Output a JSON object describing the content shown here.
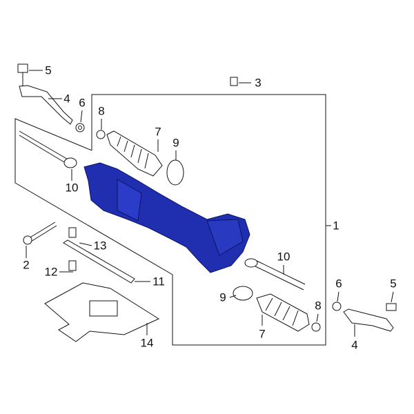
{
  "diagram": {
    "highlight_color": "#1f2fb0",
    "callouts": [
      {
        "id": "c5a",
        "text": "5"
      },
      {
        "id": "c4a",
        "text": "4"
      },
      {
        "id": "c6a",
        "text": "6"
      },
      {
        "id": "c8a",
        "text": "8"
      },
      {
        "id": "c7a",
        "text": "7"
      },
      {
        "id": "c9a",
        "text": "9"
      },
      {
        "id": "c3",
        "text": "3"
      },
      {
        "id": "c1",
        "text": "1"
      },
      {
        "id": "c2",
        "text": "2"
      },
      {
        "id": "c10a",
        "text": "10"
      },
      {
        "id": "c13",
        "text": "13"
      },
      {
        "id": "c12",
        "text": "12"
      },
      {
        "id": "c11",
        "text": "11"
      },
      {
        "id": "c14",
        "text": "14"
      },
      {
        "id": "c10b",
        "text": "10"
      },
      {
        "id": "c9b",
        "text": "9"
      },
      {
        "id": "c7b",
        "text": "7"
      },
      {
        "id": "c8b",
        "text": "8"
      },
      {
        "id": "c6b",
        "text": "6"
      },
      {
        "id": "c5b",
        "text": "5"
      },
      {
        "id": "c4b",
        "text": "4"
      }
    ]
  }
}
